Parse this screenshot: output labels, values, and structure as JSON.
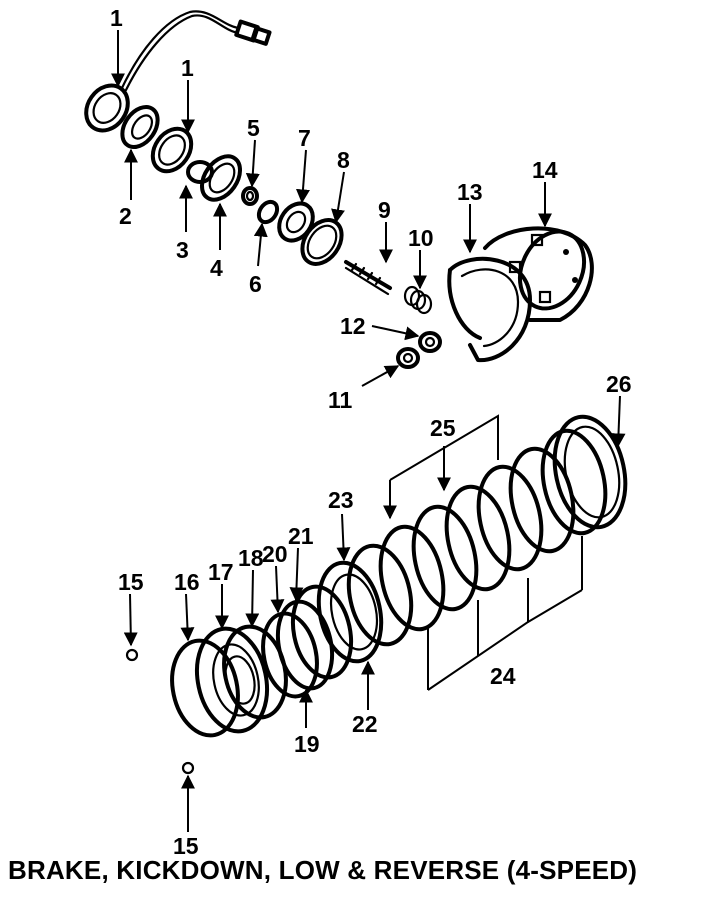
{
  "caption": "BRAKE, KICKDOWN, LOW & REVERSE (4-SPEED)",
  "callouts": {
    "c1a": "1",
    "c1b": "1",
    "c2": "2",
    "c3": "3",
    "c4": "4",
    "c5": "5",
    "c6": "6",
    "c7": "7",
    "c8": "8",
    "c9": "9",
    "c10": "10",
    "c11": "11",
    "c12": "12",
    "c13": "13",
    "c14": "14",
    "c15a": "15",
    "c15b": "15",
    "c16": "16",
    "c17": "17",
    "c18": "18",
    "c19": "19",
    "c20": "20",
    "c21": "21",
    "c22": "22",
    "c23": "23",
    "c24": "24",
    "c25": "25",
    "c26": "26"
  },
  "colors": {
    "ink": "#000000",
    "paper": "#ffffff"
  }
}
